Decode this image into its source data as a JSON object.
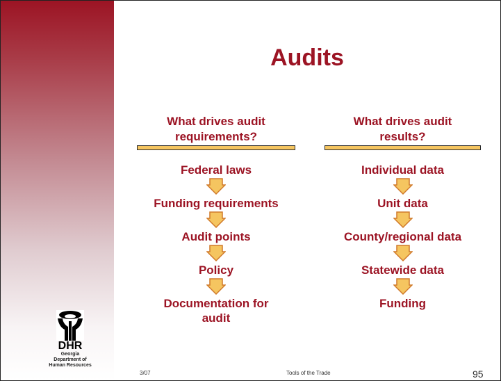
{
  "slide": {
    "title": "Audits",
    "left_column": {
      "heading_line1": "What drives audit",
      "heading_line2": "requirements?",
      "items": [
        "Federal laws",
        "Funding requirements",
        "Audit points",
        "Policy",
        "Documentation for",
        "audit"
      ]
    },
    "right_column": {
      "heading_line1": "What drives audit",
      "heading_line2": "results?",
      "items": [
        "Individual data",
        "Unit data",
        "County/regional data",
        "Statewide data",
        "Funding"
      ]
    },
    "logo": {
      "abbr": "DHR",
      "line1": "Georgia",
      "line2": "Department of",
      "line3": "Human Resources"
    },
    "footer": {
      "date": "3/07",
      "center": "Tools of the Trade",
      "page_number": "95"
    }
  },
  "colors": {
    "title": "#9c1424",
    "arrow_fill": "#f5c560",
    "arrow_stroke": "#d07a2a",
    "rule_fill": "#f5c560"
  }
}
